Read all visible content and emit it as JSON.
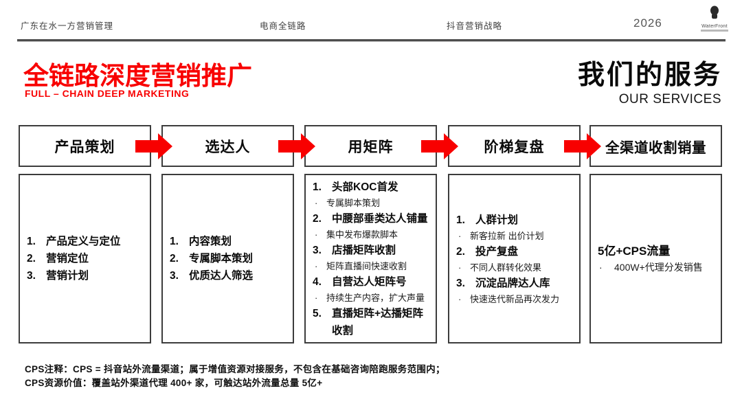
{
  "header": {
    "nav": [
      "广东在水一方营销管理",
      "电商全链路",
      "抖音营销战略"
    ],
    "year": "2026",
    "logo": {
      "name": "WaterFront"
    }
  },
  "title": {
    "main": "全链路深度营销推广",
    "sub": "FULL – CHAIN DEEP MARKETING"
  },
  "services": {
    "main": "我们的服务",
    "sub": "OUR SERVICES"
  },
  "flow": {
    "columns": [
      {
        "header": "产品策划",
        "items": [
          {
            "kind": "num",
            "marker": "1.",
            "text": "产品定义与定位"
          },
          {
            "kind": "num",
            "marker": "2.",
            "text": "营销定位"
          },
          {
            "kind": "num",
            "marker": "3.",
            "text": "营销计划"
          }
        ]
      },
      {
        "header": "选达人",
        "items": [
          {
            "kind": "num",
            "marker": "1.",
            "text": "内容策划"
          },
          {
            "kind": "num",
            "marker": "2.",
            "text": "专属脚本策划"
          },
          {
            "kind": "num",
            "marker": "3.",
            "text": "优质达人筛选"
          }
        ]
      },
      {
        "header": "用矩阵",
        "items": [
          {
            "kind": "num",
            "marker": "1.",
            "text": "头部KOC首发"
          },
          {
            "kind": "bullet",
            "marker": "·",
            "text": "专属脚本策划"
          },
          {
            "kind": "num",
            "marker": "2.",
            "text": "中腰部垂类达人铺量"
          },
          {
            "kind": "bullet",
            "marker": "·",
            "text": "集中发布爆款脚本"
          },
          {
            "kind": "num",
            "marker": "3.",
            "text": "店播矩阵收割"
          },
          {
            "kind": "bullet",
            "marker": "·",
            "text": "矩阵直播间快速收割"
          },
          {
            "kind": "num",
            "marker": "4.",
            "text": "自营达人矩阵号"
          },
          {
            "kind": "bullet",
            "marker": "·",
            "text": "持续生产内容，扩大声量"
          },
          {
            "kind": "num",
            "marker": "5.",
            "text": "直播矩阵+达播矩阵收割"
          }
        ]
      },
      {
        "header": "阶梯复盘",
        "items": [
          {
            "kind": "num",
            "marker": "1.",
            "text": "人群计划"
          },
          {
            "kind": "bullet",
            "marker": "·",
            "text": "新客拉新 出价计划"
          },
          {
            "kind": "num",
            "marker": "2.",
            "text": "投产复盘"
          },
          {
            "kind": "bullet",
            "marker": "·",
            "text": "不同人群转化效果"
          },
          {
            "kind": "num",
            "marker": "3.",
            "text": "沉淀品牌达人库"
          },
          {
            "kind": "bullet",
            "marker": "·",
            "text": "快速迭代新品再次发力"
          }
        ]
      },
      {
        "header": "全渠道收割销量",
        "items": [
          {
            "kind": "title",
            "marker": "",
            "text": "5亿+CPS流量"
          },
          {
            "kind": "bullet",
            "marker": "·",
            "text": "400W+代理分发销售"
          }
        ]
      }
    ]
  },
  "footer": {
    "lines": [
      "CPS注释：CPS = 抖音站外流量渠道；属于增值资源对接服务，不包含在基础咨询陪跑服务范围内；",
      "CPS资源价值：覆盖站外渠道代理 400+ 家，可触达站外流量总量 5亿+"
    ]
  },
  "colors": {
    "accent_red": "#f80000",
    "box_border": "#3c3c3c"
  }
}
